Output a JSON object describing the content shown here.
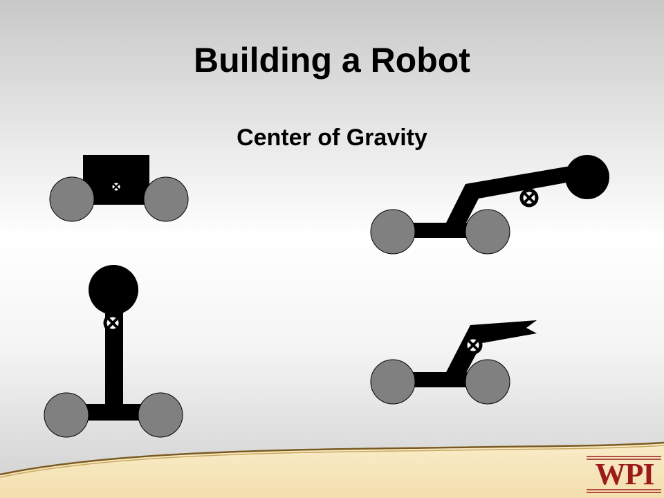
{
  "slide": {
    "title": "Building a Robot",
    "subtitle": "Center of Gravity"
  },
  "logo": {
    "text": "WPI"
  },
  "colors": {
    "body": "#000000",
    "wheel": "#808080",
    "wheel_outline": "#000000",
    "logo_red": "#9b1b1b",
    "footer_gold": "#f7e8c0",
    "footer_line": "#7a5a20"
  },
  "icons": [
    "center-of-gravity-marker-icon"
  ],
  "diagrams": [
    {
      "id": "box-robot"
    },
    {
      "id": "extended-arm-robot"
    },
    {
      "id": "tall-mast-robot"
    },
    {
      "id": "short-arm-robot"
    }
  ]
}
